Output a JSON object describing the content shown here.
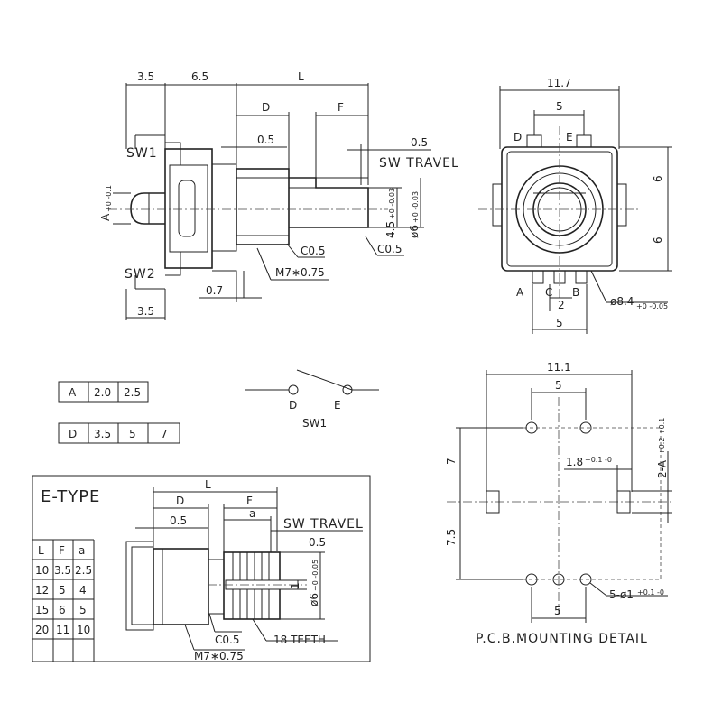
{
  "side_view": {
    "dim_3_5_top": "3.5",
    "dim_6_5": "6.5",
    "dim_L": "L",
    "dim_D": "D",
    "dim_F": "F",
    "dim_0_5_a": "0.5",
    "dim_0_5_b": "0.5",
    "sw_travel": "SW TRAVEL",
    "sw1": "SW1",
    "sw2": "SW2",
    "dim_A": "A",
    "dim_A_tol": "+0 -0.1",
    "dim_4_5": "4.5",
    "dim_4_5_tol": "+0 -0.03",
    "dim_phi6": "ø6",
    "dim_phi6_tol": "+0 -0.03",
    "c05_a": "C0.5",
    "c05_b": "C0.5",
    "thread": "M7∗0.75",
    "dim_0_7": "0.7",
    "dim_3_5_bottom": "3.5"
  },
  "front_view": {
    "width": "11.7",
    "pin_spacing_top": "5",
    "pin_D": "D",
    "pin_E": "E",
    "dim_6_upper": "6",
    "dim_6_lower": "6",
    "pin_A": "A",
    "pin_C": "C",
    "pin_B": "B",
    "dim_2": "2",
    "pin_spacing_bottom": "5",
    "phi_8_4": "ø8.4",
    "phi_8_4_tol": "+0 -0.05"
  },
  "table_A": {
    "label": "A",
    "values": [
      "2.0",
      "2.5"
    ]
  },
  "table_D": {
    "label": "D",
    "values": [
      "3.5",
      "5",
      "7"
    ]
  },
  "switch": {
    "pin_D": "D",
    "pin_E": "E",
    "label": "SW1"
  },
  "e_type": {
    "title": "E-TYPE",
    "headers": [
      "L",
      "F",
      "a"
    ],
    "rows": [
      [
        "10",
        "3.5",
        "2.5"
      ],
      [
        "12",
        "5",
        "4"
      ],
      [
        "15",
        "6",
        "5"
      ],
      [
        "20",
        "11",
        "10"
      ]
    ],
    "dim_L": "L",
    "dim_D": "D",
    "dim_F": "F",
    "dim_a": "a",
    "dim_0_5_a": "0.5",
    "sw_travel": "SW TRAVEL",
    "dim_0_5_b": "0.5",
    "dim_1": "1",
    "dim_phi6": "ø6",
    "dim_phi6_tol": "+0 -0.05",
    "c05": "C0.5",
    "teeth": "18 TEETH",
    "thread": "M7∗0.75"
  },
  "pcb": {
    "width": "11.1",
    "top_pin_spacing": "5",
    "dim_7": "7",
    "dim_7_5": "7.5",
    "dim_1_8": "1.8",
    "dim_1_8_tol": "+0.1 -0",
    "dim_2A": "2-A",
    "dim_2A_tol": "+0.2 +0.1",
    "holes": "5-ø1",
    "holes_tol": "+0.1 -0",
    "bottom_pin_spacing": "5",
    "caption": "P.C.B.MOUNTING DETAIL"
  }
}
